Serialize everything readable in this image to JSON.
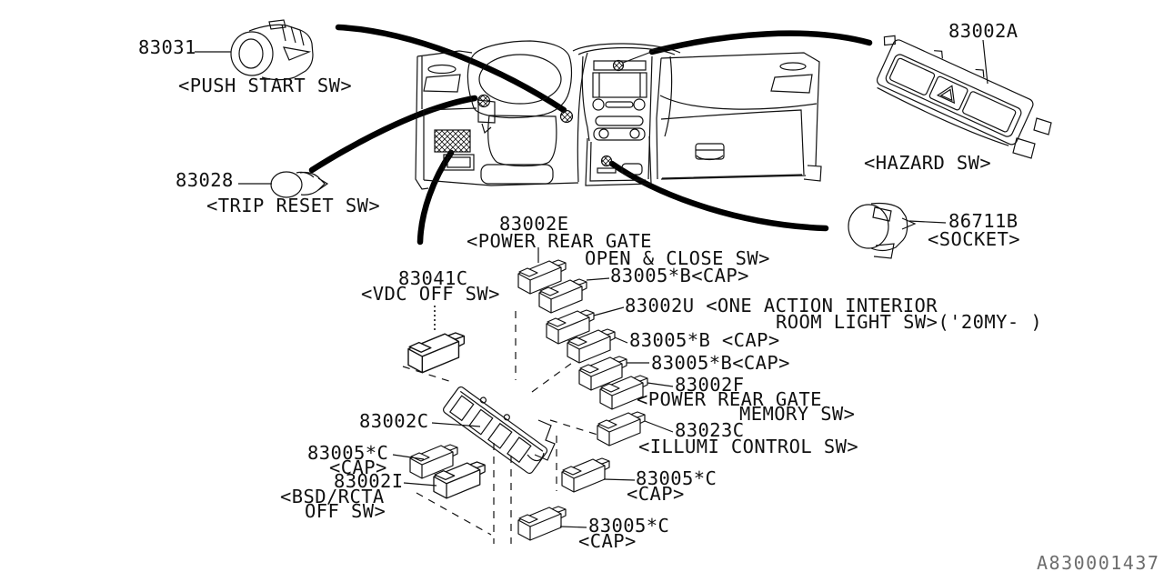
{
  "drawing_code": "A830001437",
  "labels": {
    "push_start_number": "83031",
    "push_start_name": "<PUSH START SW>",
    "trip_reset_number": "83028",
    "trip_reset_name": "<TRIP RESET SW>",
    "hazard_number": "83002A",
    "hazard_name": "<HAZARD SW>",
    "socket_number": "86711B",
    "socket_name": "<SOCKET>",
    "rear_gate_open_close_number": "83002E",
    "rear_gate_open_close_name1": "<POWER REAR GATE",
    "rear_gate_open_close_name2": "OPEN & CLOSE SW>",
    "cap_b_1": "83005*B<CAP>",
    "vdc_number": "83041C",
    "vdc_name": "<VDC OFF SW>",
    "room_light_line1": "83002U <ONE ACTION INTERIOR",
    "room_light_line2": "ROOM LIGHT SW>('20MY- )",
    "cap_b_2": "83005*B <CAP>",
    "cap_b_3": "83005*B<CAP>",
    "memory_number": "83002F",
    "memory_name1": "<POWER REAR GATE",
    "memory_name2": "MEMORY SW>",
    "illumi_number": "83023C",
    "illumi_name": "<ILLUMI CONTROL SW>",
    "panel_number": "83002C",
    "cap_c_1_number": "83005*C",
    "cap_c_1_name": "<CAP>",
    "bsd_number": "83002I",
    "bsd_name1": "<BSD/RCTA",
    "bsd_name2": "OFF SW>",
    "cap_c_2_number": "83005*C",
    "cap_c_2_name": "<CAP>",
    "cap_c_3_number": "83005*C",
    "cap_c_3_name": "<CAP>"
  }
}
